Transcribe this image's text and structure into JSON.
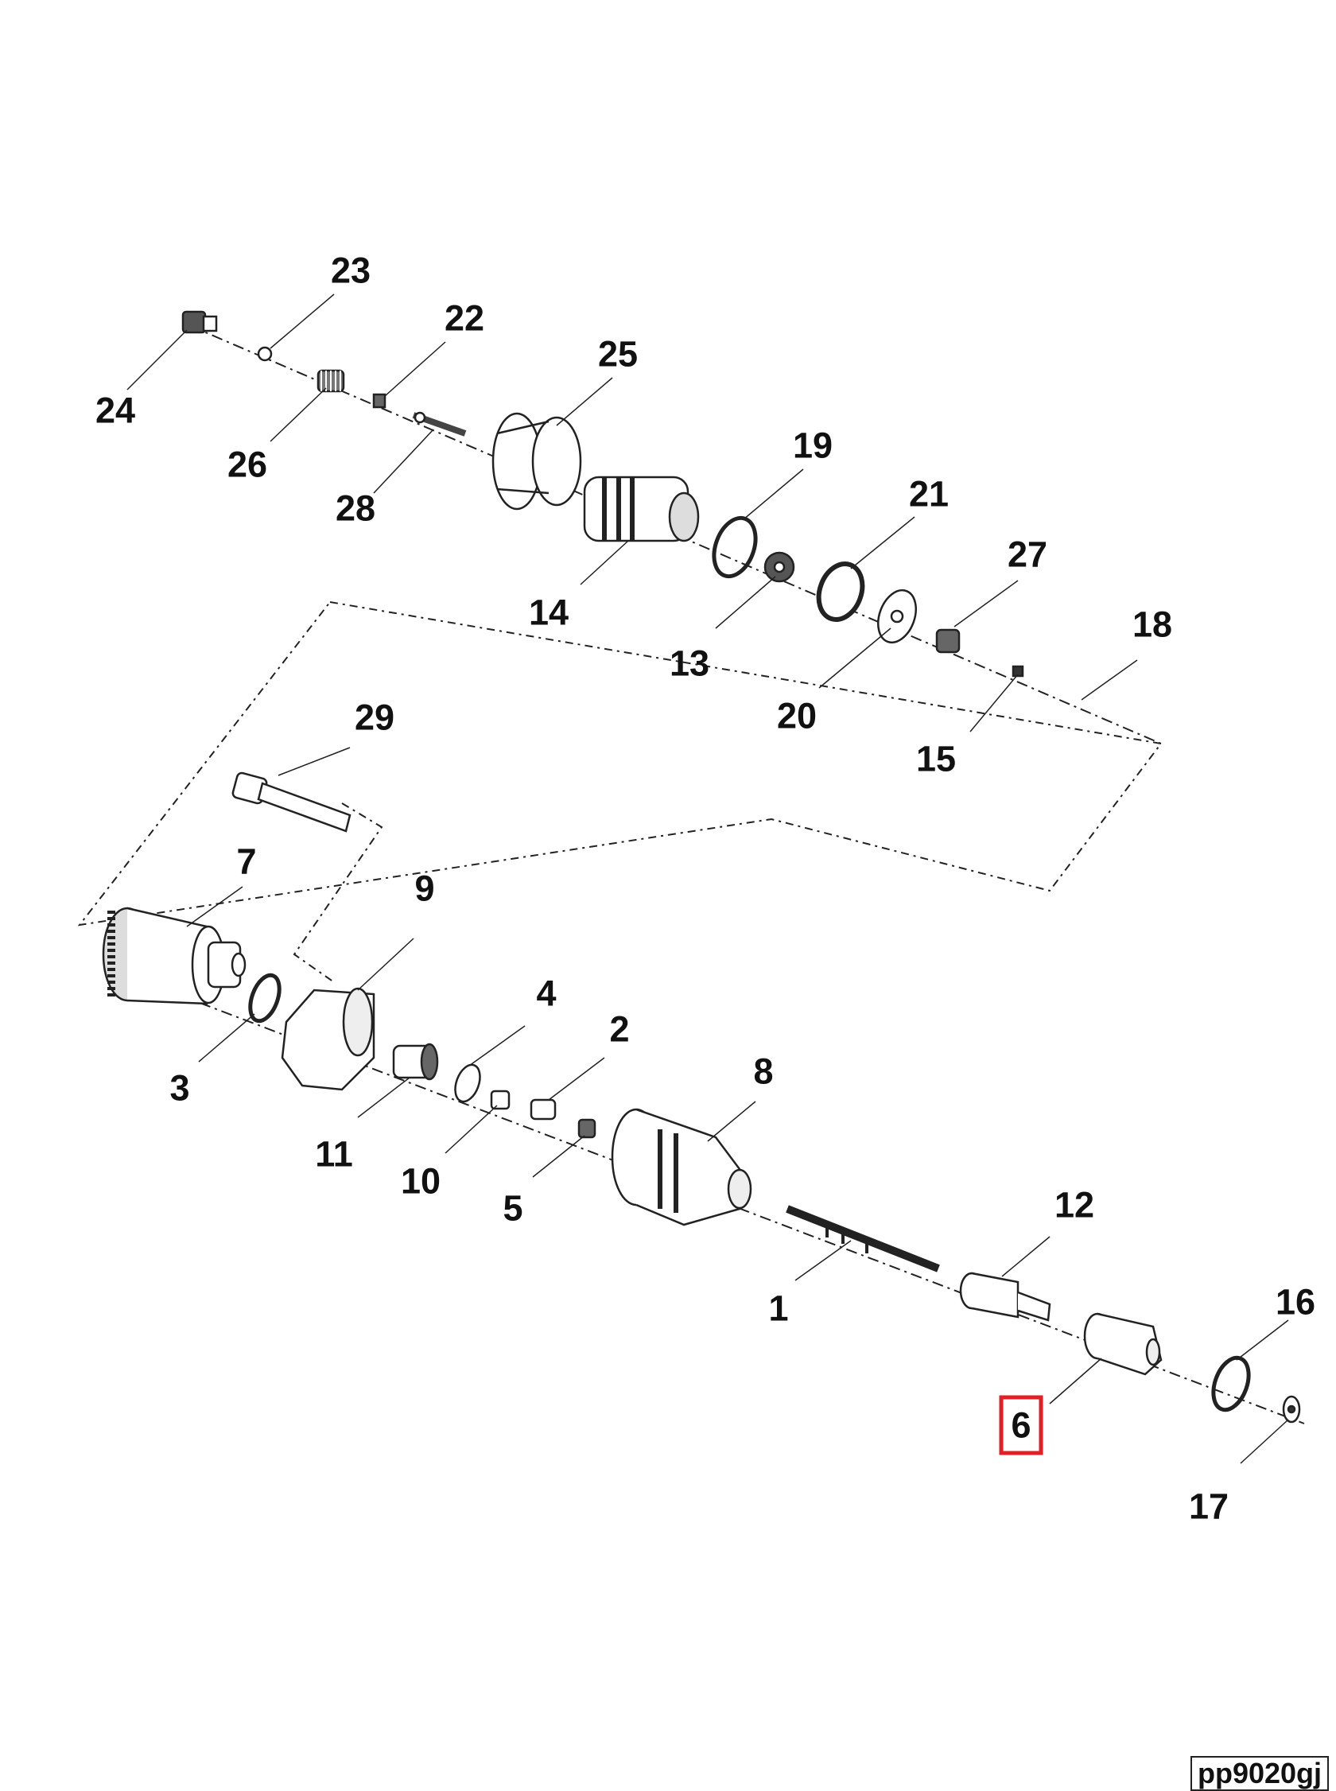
{
  "figure_code": "pp9020gj",
  "highlight_color": "#e31e24",
  "highlighted_part": "6",
  "parts": [
    {
      "id": "p1",
      "number": "1"
    },
    {
      "id": "p2",
      "number": "2"
    },
    {
      "id": "p3",
      "number": "3"
    },
    {
      "id": "p4",
      "number": "4"
    },
    {
      "id": "p5",
      "number": "5"
    },
    {
      "id": "p6",
      "number": "6"
    },
    {
      "id": "p7",
      "number": "7"
    },
    {
      "id": "p8",
      "number": "8"
    },
    {
      "id": "p9",
      "number": "9"
    },
    {
      "id": "p10",
      "number": "10"
    },
    {
      "id": "p11",
      "number": "11"
    },
    {
      "id": "p12",
      "number": "12"
    },
    {
      "id": "p13",
      "number": "13"
    },
    {
      "id": "p14",
      "number": "14"
    },
    {
      "id": "p15",
      "number": "15"
    },
    {
      "id": "p16",
      "number": "16"
    },
    {
      "id": "p17",
      "number": "17"
    },
    {
      "id": "p18",
      "number": "18"
    },
    {
      "id": "p19",
      "number": "19"
    },
    {
      "id": "p20",
      "number": "20"
    },
    {
      "id": "p21",
      "number": "21"
    },
    {
      "id": "p22",
      "number": "22"
    },
    {
      "id": "p23",
      "number": "23"
    },
    {
      "id": "p24",
      "number": "24"
    },
    {
      "id": "p25",
      "number": "25"
    },
    {
      "id": "p26",
      "number": "26"
    },
    {
      "id": "p27",
      "number": "27"
    },
    {
      "id": "p28",
      "number": "28"
    },
    {
      "id": "p29",
      "number": "29"
    }
  ]
}
